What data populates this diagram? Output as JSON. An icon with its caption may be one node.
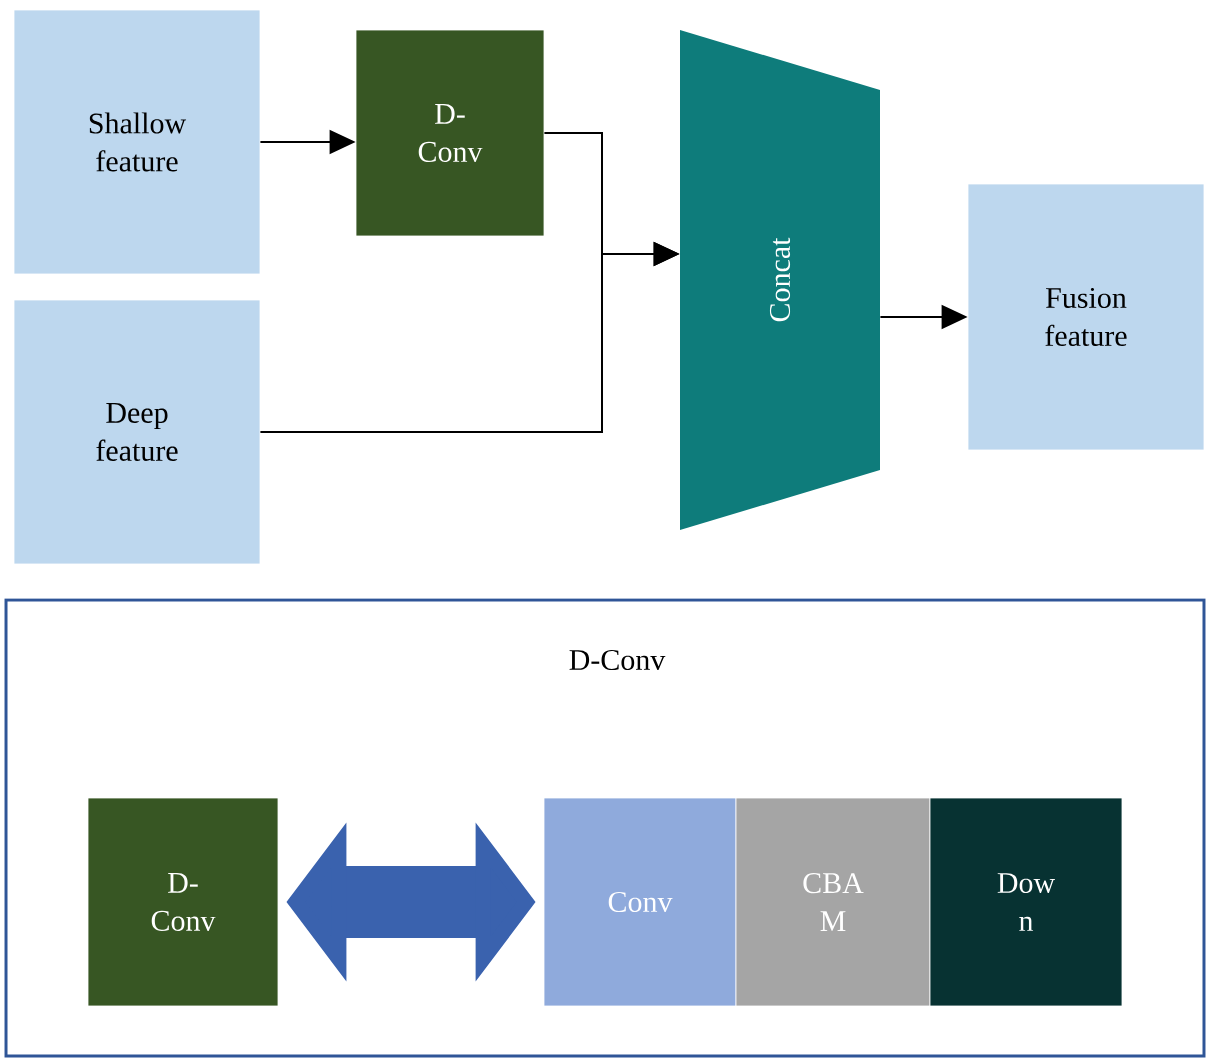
{
  "diagram": {
    "nodes": [
      {
        "text": [
          "Shallow feature"
        ]
      },
      {
        "text": [
          "D- Conv"
        ]
      },
      {
        "text": [
          "Deep feature"
        ]
      },
      {
        "text": [
          "Concat"
        ]
      },
      {
        "text": [
          "Fusion feature"
        ]
      },
      {
        "text": [
          "D-Conv"
        ]
      },
      {
        "text": [
          "D- Conv"
        ],
        "in": 5
      },
      {
        "text": [
          "Conv"
        ],
        "in": 5
      },
      {
        "text": [
          "CBA M"
        ],
        "in": 5
      },
      {
        "text": [
          "Dow n"
        ],
        "in": 5
      }
    ],
    "edges": [
      {
        "from": 0,
        "to": 1,
        "arrow": "to"
      },
      {
        "from": 1,
        "to": 3,
        "arrow": "to"
      },
      {
        "from": 2,
        "to": 3,
        "arrow": "to"
      },
      {
        "from": 3,
        "to": 4,
        "arrow": "to"
      },
      {
        "from": 6,
        "to": 7,
        "arrow": "both",
        "style": "thick",
        "color": "#3a62ae"
      }
    ]
  }
}
